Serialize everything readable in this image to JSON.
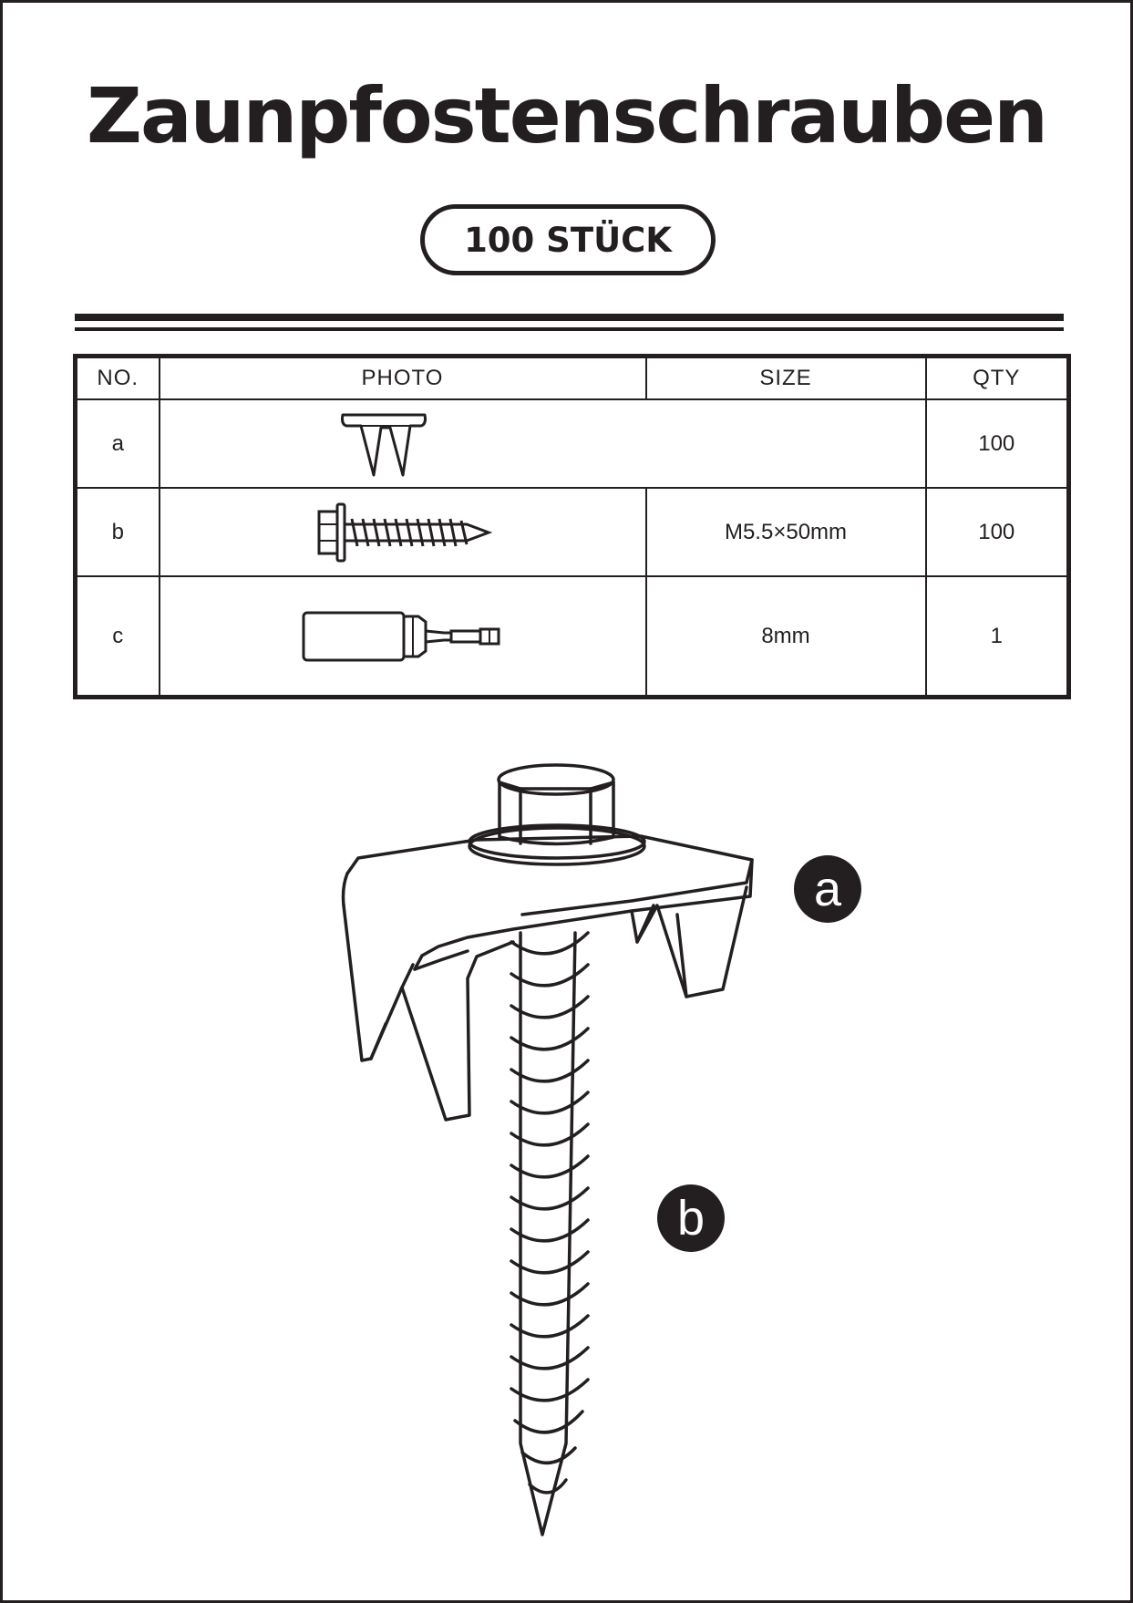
{
  "title": "Zaunpfostenschrauben",
  "quantity_badge": "100 STÜCK",
  "table": {
    "headers": {
      "no": "NO.",
      "photo": "PHOTO",
      "size": "SIZE",
      "qty": "QTY"
    },
    "rows": [
      {
        "no": "a",
        "photo_icon": "bracket-icon",
        "size": "",
        "qty": "100"
      },
      {
        "no": "b",
        "photo_icon": "screw-icon",
        "size": "M5.5×50mm",
        "qty": "100"
      },
      {
        "no": "c",
        "photo_icon": "socket-bit-icon",
        "size": "8mm",
        "qty": "1"
      }
    ]
  },
  "assembly": {
    "label_a": "a",
    "label_b": "b"
  }
}
